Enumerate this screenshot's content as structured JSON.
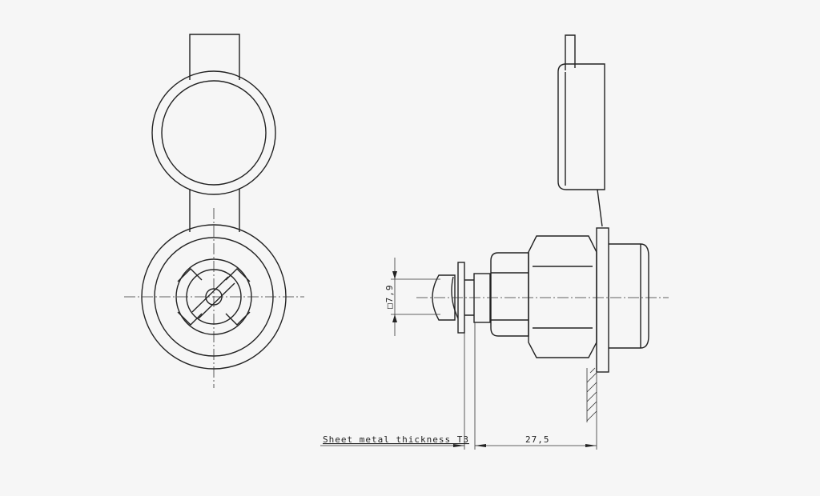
{
  "drawing": {
    "label_sheet_metal": "Sheet metal thickness T3",
    "dim_length": "27,5",
    "dim_square": "□7,9"
  }
}
